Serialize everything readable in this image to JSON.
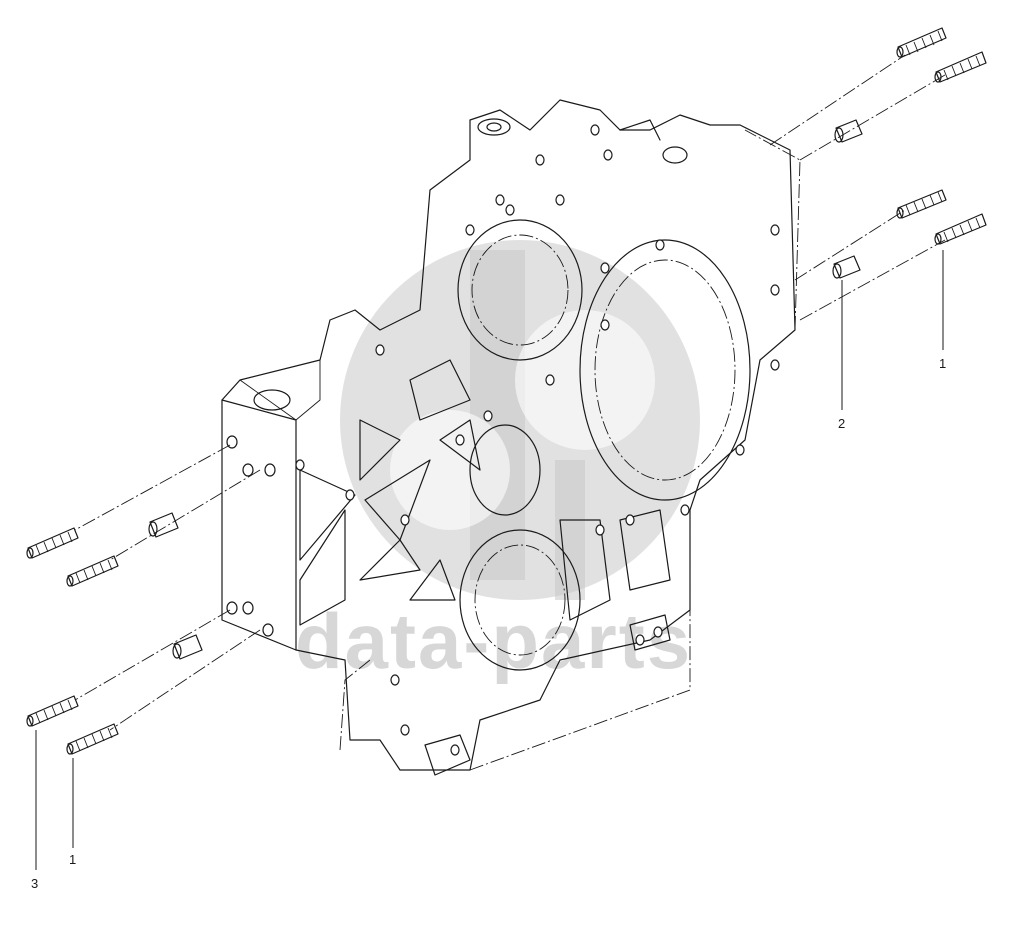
{
  "watermark": {
    "text": "data-parts"
  },
  "callouts": {
    "c1_right": "1",
    "c2_right": "2",
    "c1_left": "1",
    "c3_left": "3"
  },
  "parts": [
    {
      "ref": "1",
      "kind": "stud"
    },
    {
      "ref": "2",
      "kind": "dowel sleeve"
    },
    {
      "ref": "3",
      "kind": "stud"
    }
  ]
}
